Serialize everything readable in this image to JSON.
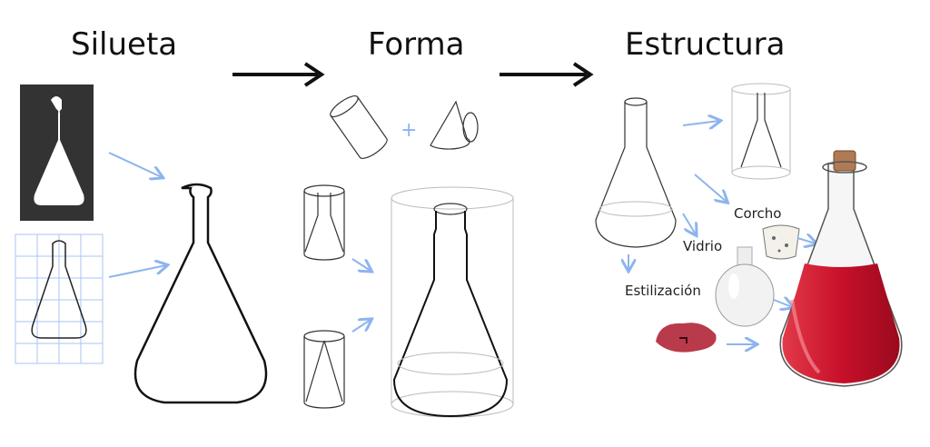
{
  "stages": [
    {
      "title": "Silueta"
    },
    {
      "title": "Forma"
    },
    {
      "title": "Estructura"
    }
  ],
  "labels": {
    "plus": "+",
    "cork": "Corcho",
    "glass": "Vidrio",
    "stylization": "Estilización"
  },
  "colors": {
    "silhouette_bg": "#333333",
    "arrow_blue": "#8db4ee",
    "grid_blue": "#a9c6f2",
    "liquid_red": "#d0182c",
    "cork_tan": "#b07a55"
  }
}
